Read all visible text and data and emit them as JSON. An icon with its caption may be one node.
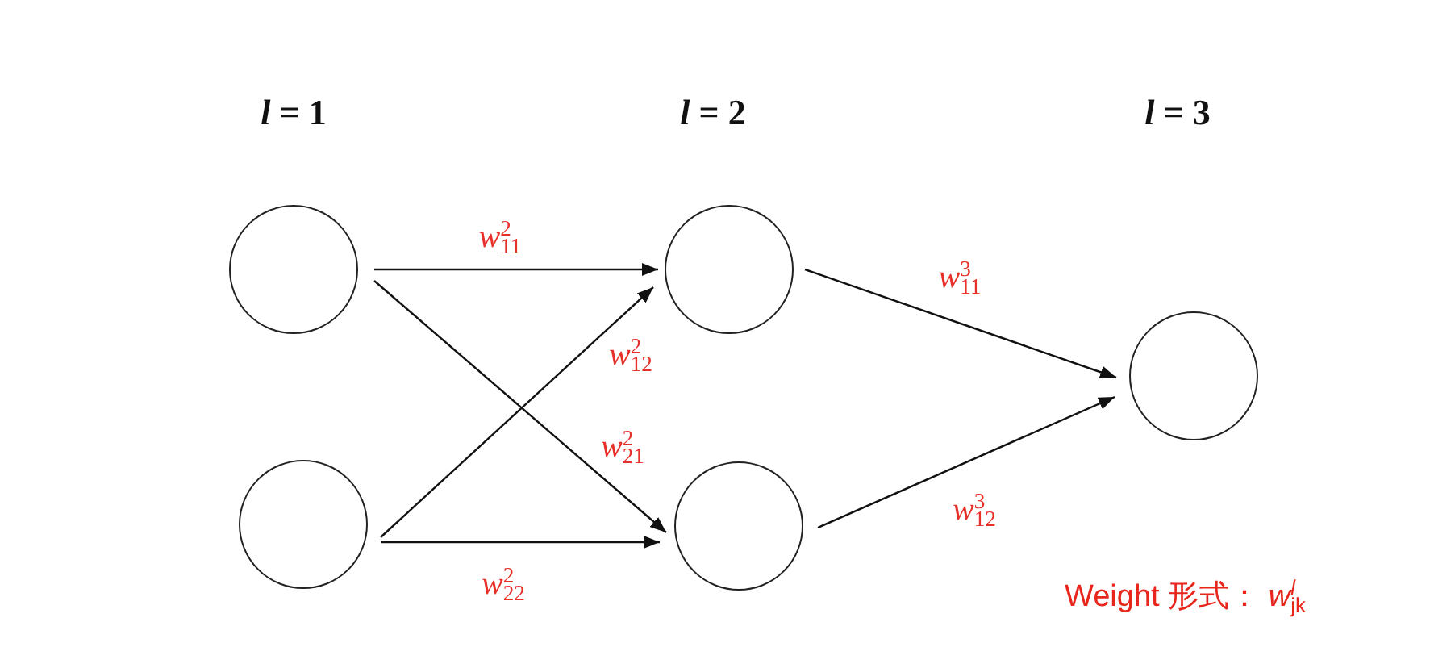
{
  "diagram": {
    "nodes": [
      {
        "text": [],
        "shape": "circle"
      },
      {
        "text": [],
        "shape": "circle"
      },
      {
        "text": [],
        "shape": "circle"
      },
      {
        "text": [],
        "shape": "circle"
      },
      {
        "text": [],
        "shape": "circle"
      }
    ],
    "edges": [
      {
        "from": 0,
        "to": 2,
        "arrow": "to",
        "label": "*w*$^{2}$$_{11}$"
      },
      {
        "from": 0,
        "to": 3,
        "arrow": "to",
        "label": "*w*$^{2}$$_{21}$"
      },
      {
        "from": 1,
        "to": 2,
        "arrow": "to",
        "label": "*w*$^{2}$$_{12}$"
      },
      {
        "from": 1,
        "to": 3,
        "arrow": "to",
        "label": "*w*$^{2}$$_{22}$"
      },
      {
        "from": 2,
        "to": 4,
        "arrow": "to",
        "label": "*w*$^{3}$$_{11}$"
      },
      {
        "from": 3,
        "to": 4,
        "arrow": "to",
        "label": "*w*$^{3}$$_{12}$"
      }
    ],
    "labels": [
      "*l* = 1",
      "*l* = 2",
      "*l* = 3",
      "Weight 形式： *w*$^{l}$$_{jk}$"
    ]
  }
}
